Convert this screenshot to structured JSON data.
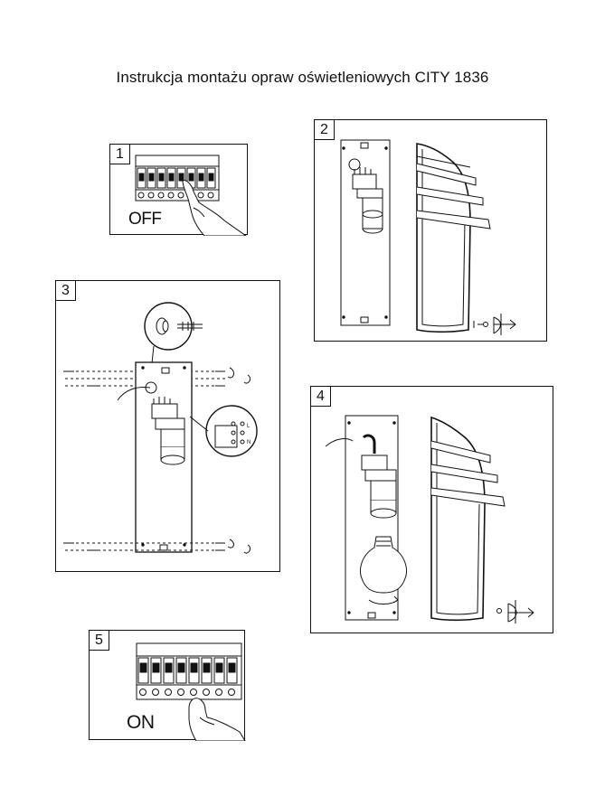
{
  "title": "Instrukcja montażu opraw oświetleniowych CITY 1836",
  "steps": [
    {
      "number": "1",
      "label": "OFF"
    },
    {
      "number": "2"
    },
    {
      "number": "3"
    },
    {
      "number": "4"
    },
    {
      "number": "5",
      "label": "ON"
    }
  ],
  "terminal_labels": [
    "L",
    "N"
  ]
}
